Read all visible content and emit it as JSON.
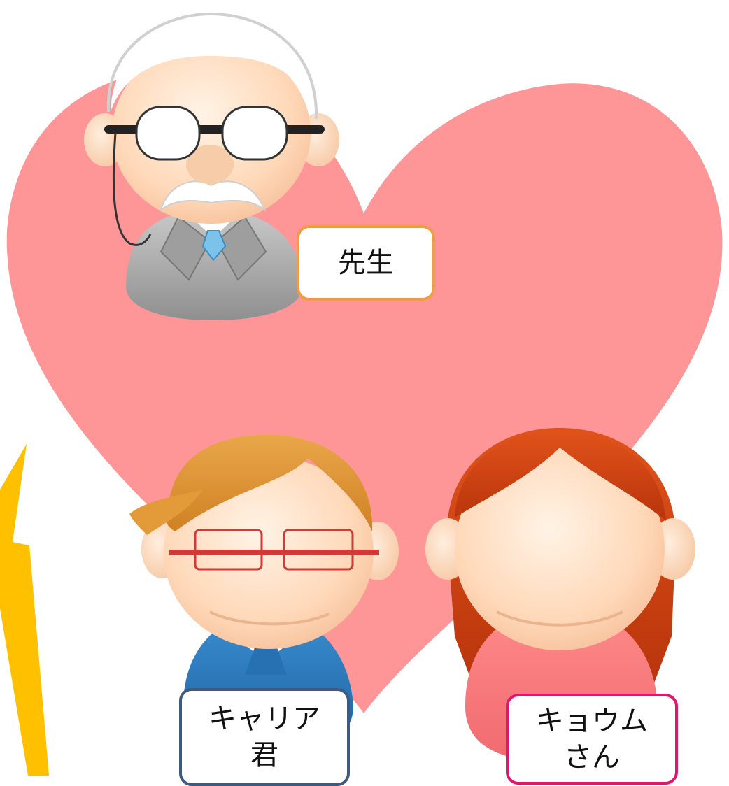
{
  "colors": {
    "heart": "#fe9698",
    "lightning": "#ffc000",
    "label_sensei_border": "#f39b3f",
    "label_career_border": "#3d5a80",
    "label_kyoum_border": "#e2156d"
  },
  "labels": {
    "sensei": "先生",
    "career_line1": "キャリア",
    "career_line2": "君",
    "kyoum_line1": "キョウム",
    "kyoum_line2": "さん"
  }
}
